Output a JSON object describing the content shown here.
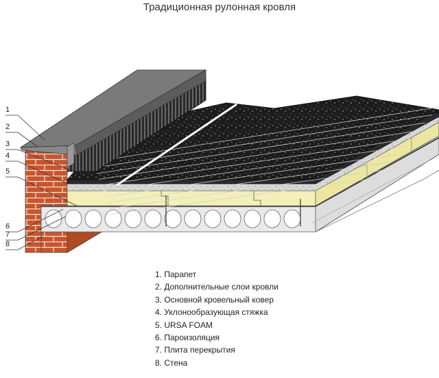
{
  "title": "Традиционная рулонная кровля",
  "callouts": [
    "1",
    "2",
    "3",
    "4",
    "5",
    "6",
    "7",
    "8"
  ],
  "legend": [
    "1. Парапет",
    "2. Дополнительные слои кровли",
    "3. Основной кровельный ковер",
    "4. Уклонообразующая стяжка",
    "5. URSA FOAM",
    "6. Пароизоляция",
    "7. Плита перекрытия",
    "8. Стена"
  ],
  "colors": {
    "brick": "#c9552c",
    "mortar": "#f2e6dc",
    "insulation": "#f3efb8",
    "slab": "#e9e9e9",
    "membrane": "#1c1c1c",
    "parapet_cap": "#6f6f6f"
  }
}
